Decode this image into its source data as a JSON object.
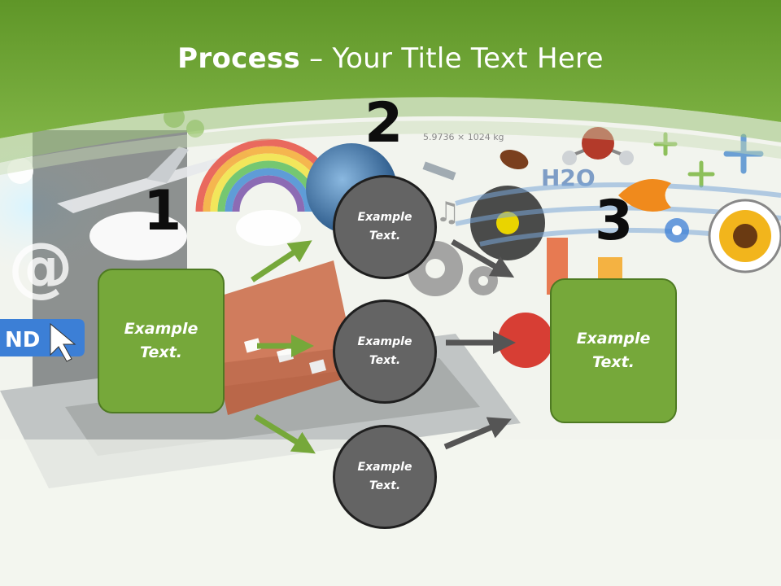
{
  "title": {
    "bold": "Process",
    "rest": " – Your Title Text Here"
  },
  "steps": [
    {
      "number": "1",
      "text": "Example Text."
    },
    {
      "number": "2",
      "text": ""
    },
    {
      "number": "3",
      "text": "Example Text."
    }
  ],
  "circles": [
    {
      "text": "Example Text."
    },
    {
      "text": "Example Text."
    },
    {
      "text": "Example Text."
    }
  ],
  "background": {
    "formula": "5.9736 × 1024 kg",
    "molecule": "H2O",
    "at_sign": "@",
    "button_text": "ND"
  },
  "colors": {
    "green": "#76a83a",
    "green_dark": "#4e7a22",
    "header_green": "#6ea23a",
    "circle_gray": "#646464",
    "arrow_gray": "#555555"
  }
}
